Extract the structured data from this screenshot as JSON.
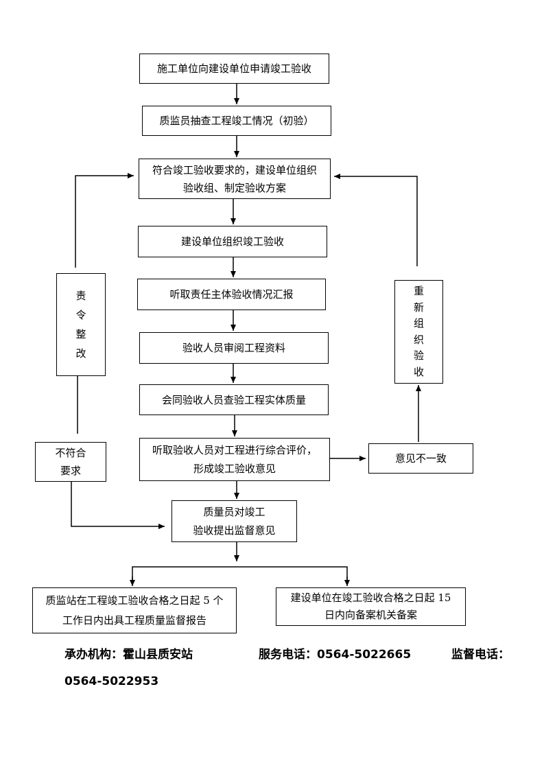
{
  "flow": {
    "step1": "施工单位向建设单位申请竣工验收",
    "step2": "质监员抽查工程竣工情况（初验）",
    "step3_line1": "符合竣工验收要求的，建设单位组织",
    "step3_line2": "验收组、制定验收方案",
    "step4": "建设单位组织竣工验收",
    "step5": "听取责任主体验收情况汇报",
    "step6": "验收人员审阅工程资料",
    "step7": "会同验收人员查验工程实体质量",
    "step8_line1": "听取验收人员对工程进行综合评价，",
    "step8_line2": "形成竣工验收意见",
    "step9_line1": "质量员对竣工",
    "step9_line2": "验收提出监督意见",
    "result_left_line1": "质监站在工程竣工验收合格之日起 5 个",
    "result_left_line2": "工作日内出具工程质量监督报告",
    "result_right_line1": "建设单位在竣工验收合格之日起 15",
    "result_right_line2": "日内向备案机关备案"
  },
  "side": {
    "rectify_chars": [
      "责",
      "令",
      "整",
      "改"
    ],
    "not_meet_line1": "不符合",
    "not_meet_line2": "要求",
    "reorganize_chars": [
      "重",
      "新",
      "组",
      "织",
      "验",
      "收"
    ],
    "disagree": "意见不一致"
  },
  "footer": {
    "organizer": "承办机构：霍山县质安站",
    "service_phone": "服务电话：0564-5022665",
    "supervision_label": "监督电话：",
    "supervision_phone": "0564-5022953"
  }
}
